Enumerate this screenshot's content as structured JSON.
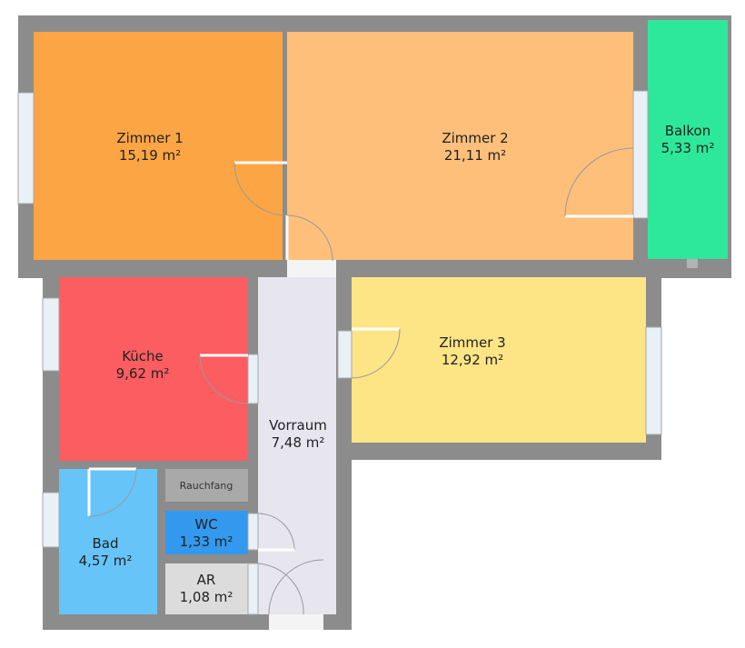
{
  "rooms": {
    "zimmer1": {
      "name": "Zimmer 1",
      "area": "15,19 m²",
      "color": "#fca544"
    },
    "zimmer2": {
      "name": "Zimmer 2",
      "area": "21,11 m²",
      "color": "#fdbf7a"
    },
    "balkon": {
      "name": "Balkon",
      "area": "5,33 m²",
      "color": "#2de89a"
    },
    "kueche": {
      "name": "Küche",
      "area": "9,62 m²",
      "color": "#fc5d61"
    },
    "vorraum": {
      "name": "Vorraum",
      "area": "7,48 m²",
      "color": "#e7e6ef"
    },
    "zimmer3": {
      "name": "Zimmer 3",
      "area": "12,92 m²",
      "color": "#fde485"
    },
    "rauchfang": {
      "name": "Rauchfang",
      "color": "#a9a9a9"
    },
    "wc": {
      "name": "WC",
      "area": "1,33 m²",
      "color": "#3399ee"
    },
    "bad": {
      "name": "Bad",
      "area": "4,57 m²",
      "color": "#66c4f8"
    },
    "ar": {
      "name": "AR",
      "area": "1,08 m²",
      "color": "#dcdcdc"
    }
  },
  "colors": {
    "wall": "#8c8c8c"
  }
}
